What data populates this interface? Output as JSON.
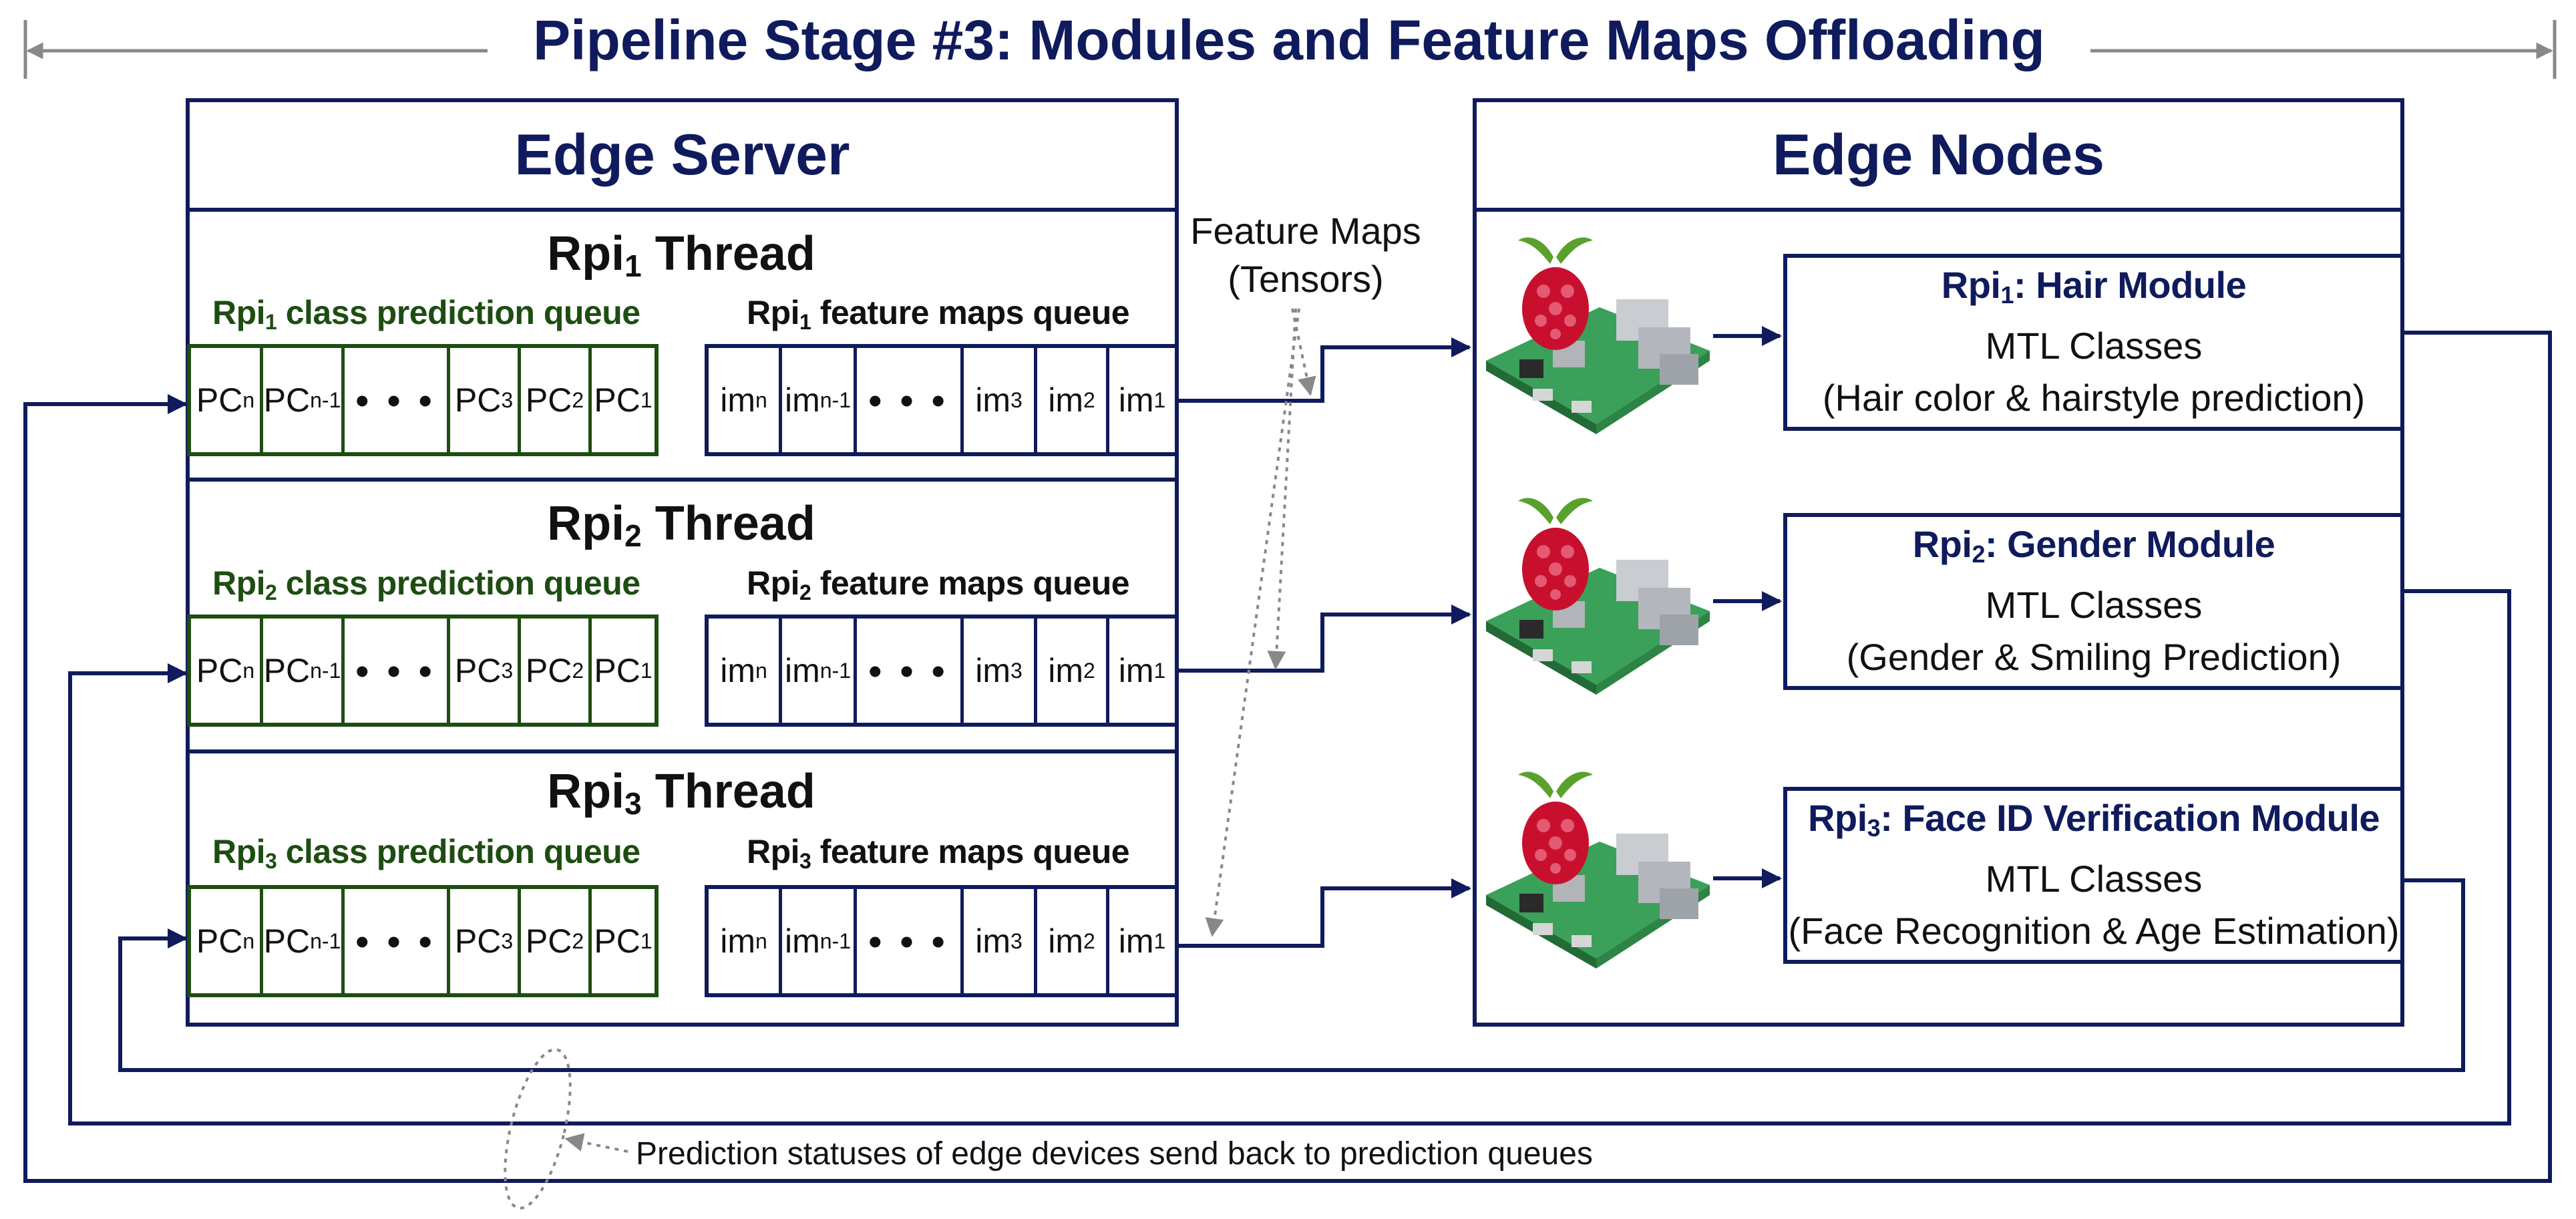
{
  "title": "Pipeline Stage #3: Modules and Feature Maps Offloading",
  "edge_server": {
    "title": "Edge Server",
    "threads": [
      {
        "name": "Rpi",
        "sub": "1",
        "suffix": " Thread",
        "pc_label": {
          "name": "Rpi",
          "sub": "1",
          "suffix": " class prediction queue"
        },
        "im_label": {
          "name": "Rpi",
          "sub": "1",
          "suffix": " feature maps queue"
        }
      },
      {
        "name": "Rpi",
        "sub": "2",
        "suffix": " Thread",
        "pc_label": {
          "name": "Rpi",
          "sub": "2",
          "suffix": " class prediction queue"
        },
        "im_label": {
          "name": "Rpi",
          "sub": "2",
          "suffix": " feature maps queue"
        }
      },
      {
        "name": "Rpi",
        "sub": "3",
        "suffix": " Thread",
        "pc_label": {
          "name": "Rpi",
          "sub": "3",
          "suffix": " class prediction queue"
        },
        "im_label": {
          "name": "Rpi",
          "sub": "3",
          "suffix": " feature maps queue"
        }
      }
    ],
    "pc_cells": [
      {
        "base": "PC",
        "sub": "n"
      },
      {
        "base": "PC",
        "sub": "n-1"
      },
      {
        "base": "• • •",
        "sub": ""
      },
      {
        "base": "PC",
        "sub": "3"
      },
      {
        "base": "PC",
        "sub": "2"
      },
      {
        "base": "PC",
        "sub": "1"
      }
    ],
    "im_cells": [
      {
        "base": "im",
        "sub": "n"
      },
      {
        "base": "im",
        "sub": "n-1"
      },
      {
        "base": "• • •",
        "sub": ""
      },
      {
        "base": "im",
        "sub": "3"
      },
      {
        "base": "im",
        "sub": "2"
      },
      {
        "base": "im",
        "sub": "1"
      }
    ]
  },
  "feature_maps_label": {
    "line1": "Feature Maps",
    "line2": "(Tensors)"
  },
  "edge_nodes": {
    "title": "Edge Nodes",
    "device_icon": "raspberry-pi-board-icon",
    "modules": [
      {
        "name": "Rpi",
        "sub": "1",
        "suffix": ": Hair Module",
        "line2": "MTL Classes",
        "line3": "(Hair color & hairstyle prediction)"
      },
      {
        "name": "Rpi",
        "sub": "2",
        "suffix": ": Gender Module",
        "line2": "MTL Classes",
        "line3": "(Gender & Smiling Prediction)"
      },
      {
        "name": "Rpi",
        "sub": "3",
        "suffix": ": Face ID Verification Module",
        "line2": "MTL Classes",
        "line3": "(Face Recognition & Age Estimation)"
      }
    ]
  },
  "feedback_note": "Prediction statuses of edge devices send back to prediction queues",
  "colors": {
    "navy": "#0f1b5c",
    "green": "#1e4d12",
    "gray": "#888888",
    "board": "#3aa05a",
    "raspberry": "#c8102e",
    "leaf": "#5aa02c"
  }
}
